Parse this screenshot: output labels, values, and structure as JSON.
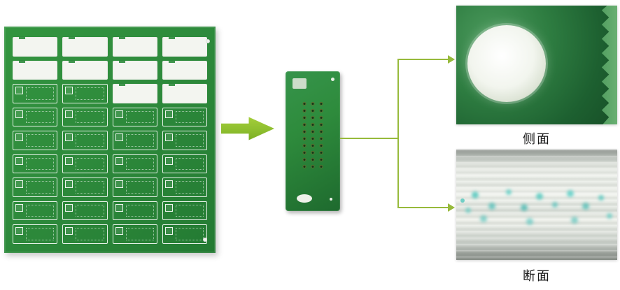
{
  "captions": {
    "side_view": "侧面",
    "cross_section": "断面"
  },
  "colors": {
    "board_green": "#2e8b3c",
    "board_green_dark": "#1e6a2e",
    "copper_white": "#f3f5f0",
    "arrow_green": "#8cbd2e",
    "callout_green": "#97ba3b",
    "glass_teal": "#48c4ba",
    "caption_text": "#1a1a1a",
    "background": "#ffffff"
  },
  "pcb_panel": {
    "cols": 4,
    "rows": [
      {
        "type": "solid"
      },
      {
        "type": "solid"
      },
      {
        "type": "mixed",
        "solid_cols": [
          2,
          3
        ]
      },
      {
        "type": "outline"
      },
      {
        "type": "outline"
      },
      {
        "type": "outline"
      },
      {
        "type": "outline"
      },
      {
        "type": "outline"
      },
      {
        "type": "outline"
      }
    ]
  },
  "single_pcb": {
    "hole_rows": 10,
    "hole_cols": 3
  }
}
